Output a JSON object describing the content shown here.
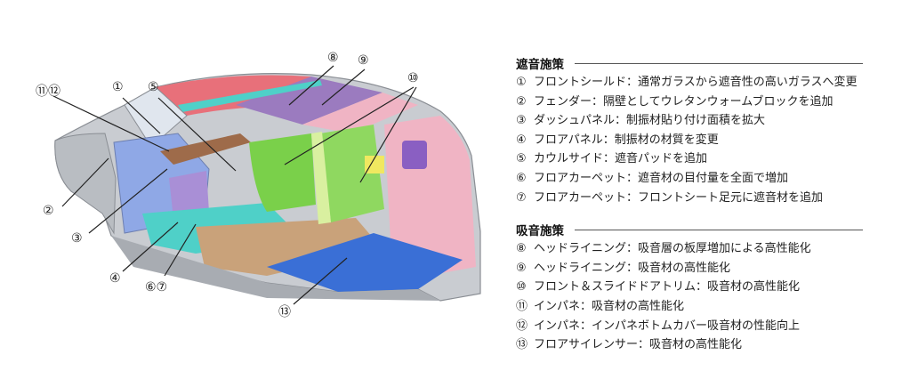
{
  "callouts": [
    "①",
    "②",
    "③",
    "④",
    "⑤",
    "⑥⑦",
    "⑧",
    "⑨",
    "⑩",
    "⑪⑫",
    "⑬"
  ],
  "legend": {
    "sections": [
      {
        "title": "遮音施策",
        "items": [
          {
            "num": "①",
            "text": "フロントシールド：通常ガラスから遮音性の高いガラスへ変更"
          },
          {
            "num": "②",
            "text": "フェンダー：隔壁としてウレタンウォームブロックを追加"
          },
          {
            "num": "③",
            "text": "ダッシュパネル：制振材貼り付け面積を拡大"
          },
          {
            "num": "④",
            "text": "フロアパネル：制振材の材質を変更"
          },
          {
            "num": "⑤",
            "text": "カウルサイド：遮音パッドを追加"
          },
          {
            "num": "⑥",
            "text": "フロアカーペット：遮音材の目付量を全面で増加"
          },
          {
            "num": "⑦",
            "text": "フロアカーペット：フロントシート足元に遮音材を追加"
          }
        ]
      },
      {
        "title": "吸音施策",
        "items": [
          {
            "num": "⑧",
            "text": "ヘッドライニング：吸音層の板厚増加による高性能化"
          },
          {
            "num": "⑨",
            "text": "ヘッドライニング：吸音材の高性能化"
          },
          {
            "num": "⑩",
            "text": "フロント＆スライドドアトリム：吸音材の高性能化"
          },
          {
            "num": "⑪",
            "text": "インパネ：吸音材の高性能化"
          },
          {
            "num": "⑫",
            "text": "インパネ：インパネボトムカバー吸音材の性能向上"
          },
          {
            "num": "⑬",
            "text": "フロアサイレンサー：吸音材の高性能化"
          }
        ]
      }
    ]
  },
  "colors": {
    "body_shell": "#c9ccd1",
    "headliner": "#e8707a",
    "headliner_purple": "#9b7bbf",
    "door_trim": "#7ad04a",
    "floor_silencer": "#3a6fd6",
    "carpet": "#c9a27a",
    "dash": "#8fa8e6",
    "teal": "#4fd0c8"
  }
}
